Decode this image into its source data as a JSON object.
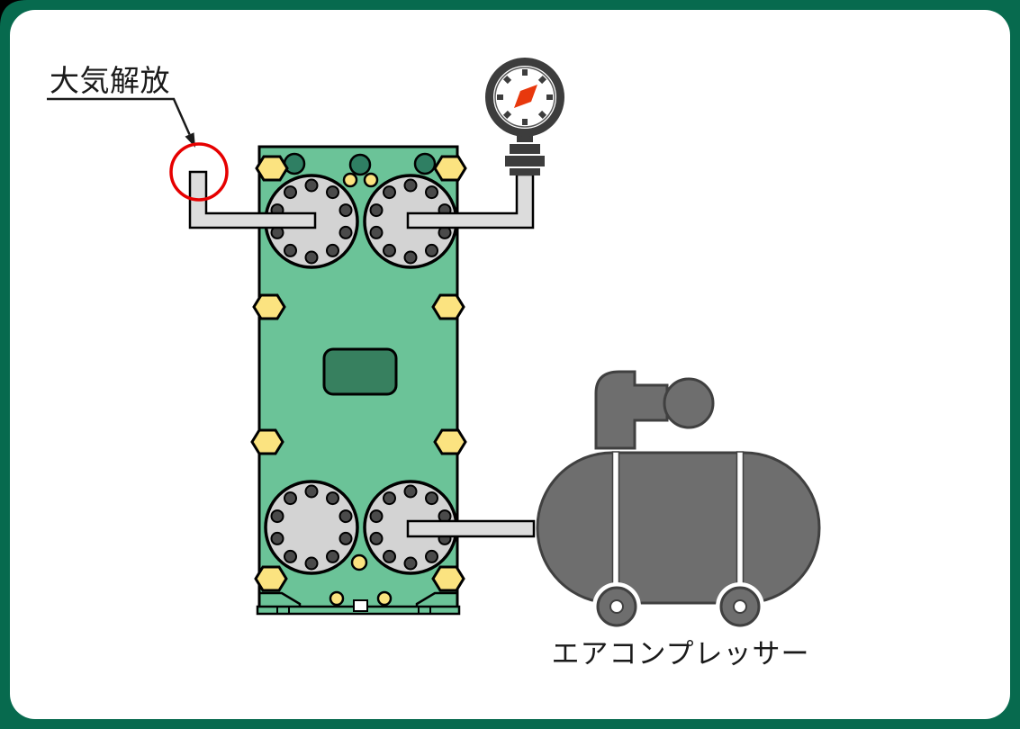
{
  "annotation": {
    "label": "大気解放"
  },
  "compressor": {
    "label": "エアコンプレッサー"
  },
  "components": {
    "heat_exchanger": "plate-heat-exchanger",
    "gauge": "pressure-gauge",
    "compressor": "air-compressor",
    "vent": "atmospheric-vent-pipe"
  },
  "colors": {
    "frame_green": "#076a4e",
    "background": "#ffffff",
    "plate_green": "#6bc398",
    "port_dark_green": "#2f7f63",
    "nameplate_green": "#37805f",
    "bolt_yellow": "#fbe380",
    "flange_gray": "#d3d3d3",
    "flange_bolt_gray": "#4a4a4a",
    "pipe_gray": "#dcdcdc",
    "compressor_gray": "#6e6e6e",
    "compressor_outline": "#404040",
    "gauge_dark": "#3d3d3d",
    "needle_red": "#e8380d",
    "annotation_red": "#e60000",
    "text_black": "#1a1a1a"
  }
}
